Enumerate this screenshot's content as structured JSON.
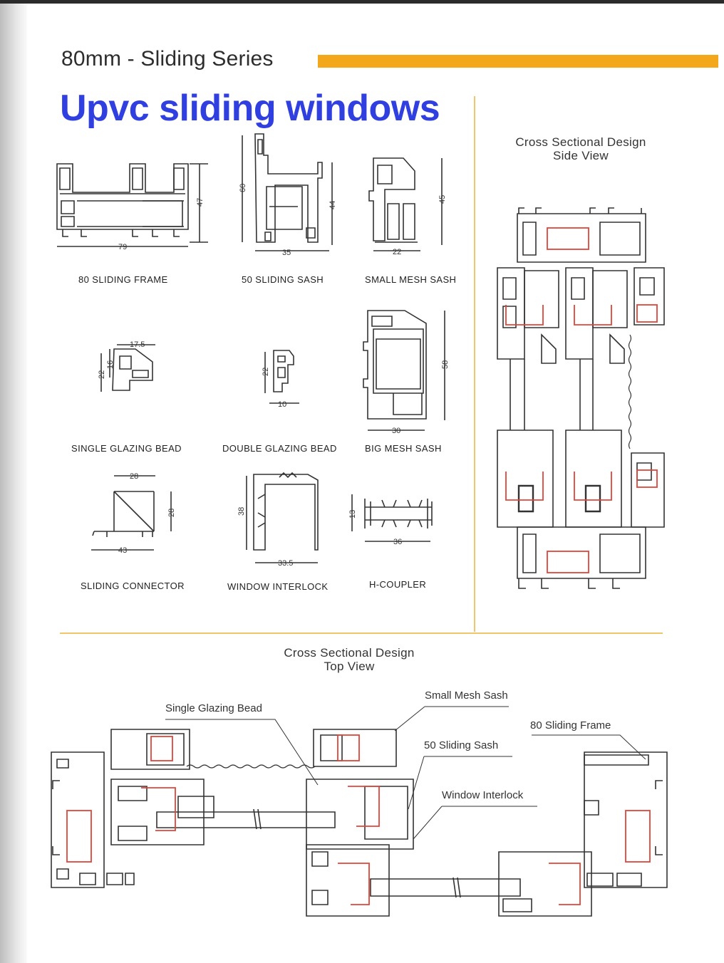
{
  "header": {
    "series": "80mm - Sliding Series",
    "headline": "Upvc sliding windows"
  },
  "profiles": [
    {
      "label": "80 SLIDING FRAME",
      "dims": [
        "79",
        "47"
      ]
    },
    {
      "label": "50 SLIDING SASH",
      "dims": [
        "60",
        "44",
        "35"
      ]
    },
    {
      "label": "SMALL MESH SASH",
      "dims": [
        "45",
        "22"
      ]
    },
    {
      "label": "SINGLE GLAZING BEAD",
      "dims": [
        "17.5",
        "22",
        "16"
      ]
    },
    {
      "label": "DOUBLE GLAZING BEAD",
      "dims": [
        "22",
        "10"
      ]
    },
    {
      "label": "BIG MESH SASH",
      "dims": [
        "58",
        "30"
      ]
    },
    {
      "label": "SLIDING CONNECTOR",
      "dims": [
        "28",
        "28",
        "43"
      ]
    },
    {
      "label": "WINDOW INTERLOCK",
      "dims": [
        "38",
        "33.5"
      ]
    },
    {
      "label": "H-COUPLER",
      "dims": [
        "13",
        "36"
      ]
    }
  ],
  "side_view": {
    "title_line1": "Cross Sectional Design",
    "title_line2": "Side View"
  },
  "top_view": {
    "title_line1": "Cross Sectional Design",
    "title_line2": "Top View",
    "callouts": [
      "Single Glazing Bead",
      "Small Mesh Sash",
      "80 Sliding Frame",
      "50 Sliding Sash",
      "Window Interlock"
    ]
  },
  "colors": {
    "accent_bar": "#f3a81b",
    "headline": "#2f3fe0",
    "reinforcement": "#e0453a",
    "divider": "#f0c66a"
  }
}
